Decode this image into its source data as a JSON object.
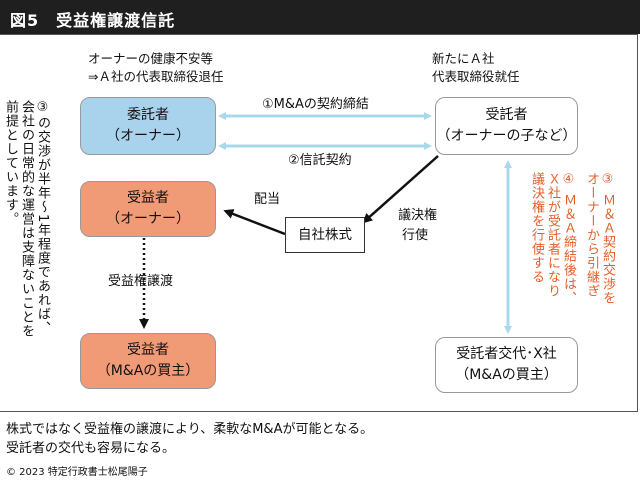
{
  "title": "図5　受益権譲渡信託",
  "notes": {
    "left": [
      "オーナーの健康不安等",
      "⇒Ａ社の代表取締役退任"
    ],
    "right": [
      "新たにＡ社",
      "代表取締役就任"
    ]
  },
  "boxes": {
    "settlor": [
      "委託者",
      "（オーナー）"
    ],
    "trustee": [
      "受託者",
      "（オーナーの子など）"
    ],
    "beneficiary_owner": [
      "受益者",
      "（オーナー）"
    ],
    "treasury_stock": "自社株式",
    "beneficiary_buyer": [
      "受益者",
      "（M&Aの買主）"
    ],
    "trustee_x": [
      "受託者交代･X社",
      "（M&Aの買主）"
    ]
  },
  "labels": {
    "ma_contract": "①M&Aの契約締結",
    "trust_contract": "②信託契約",
    "dividend": "配当",
    "voting": [
      "議決権",
      "行使"
    ],
    "transfer": "受益権譲渡"
  },
  "vertical_notes": {
    "left": [
      "③の交渉が半年〜1年程度であれば、",
      "会社の日常的な運営は支障ないことを",
      "前提としています。"
    ],
    "right_3": [
      "③ Ｍ＆Ａ契約交渉を",
      "オーナーから引継ぎ"
    ],
    "right_4": [
      "④ Ｍ＆Ａ締結後は、",
      "Ｘ社が受託者になり",
      "議決権を行使する"
    ]
  },
  "footer": [
    "株式ではなく受益権の譲渡により、柔軟なM&Aが可能となる。",
    "受託者の交代も容易になる。"
  ],
  "copyright": "© 2023 特定行政書士松尾陽子",
  "colors": {
    "blue_box": "#a9d3ec",
    "orange_box": "#f19a76",
    "arrow_light_blue": "#a8d8ea",
    "orange_text": "#e3602c"
  }
}
